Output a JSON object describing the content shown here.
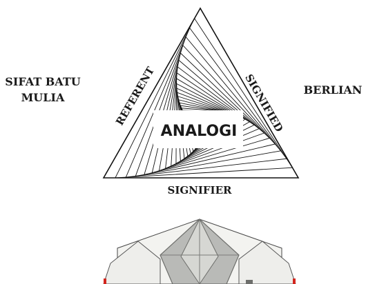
{
  "diagram": {
    "center_label": "ANALOGI",
    "sides": {
      "left": "REFERENT",
      "right": "SIGNIFIED",
      "bottom": "SIGNIFIER"
    },
    "outer": {
      "left_line1": "SIFAT BATU",
      "left_line2": "MULIA",
      "right": "BERLIAN"
    }
  },
  "colors": {
    "ink": "#1a1a1a",
    "building_light": "#f2f2ef",
    "building_gray": "#b9bab7",
    "building_dark": "#6d6e6b",
    "accent_red": "#d2261e"
  }
}
